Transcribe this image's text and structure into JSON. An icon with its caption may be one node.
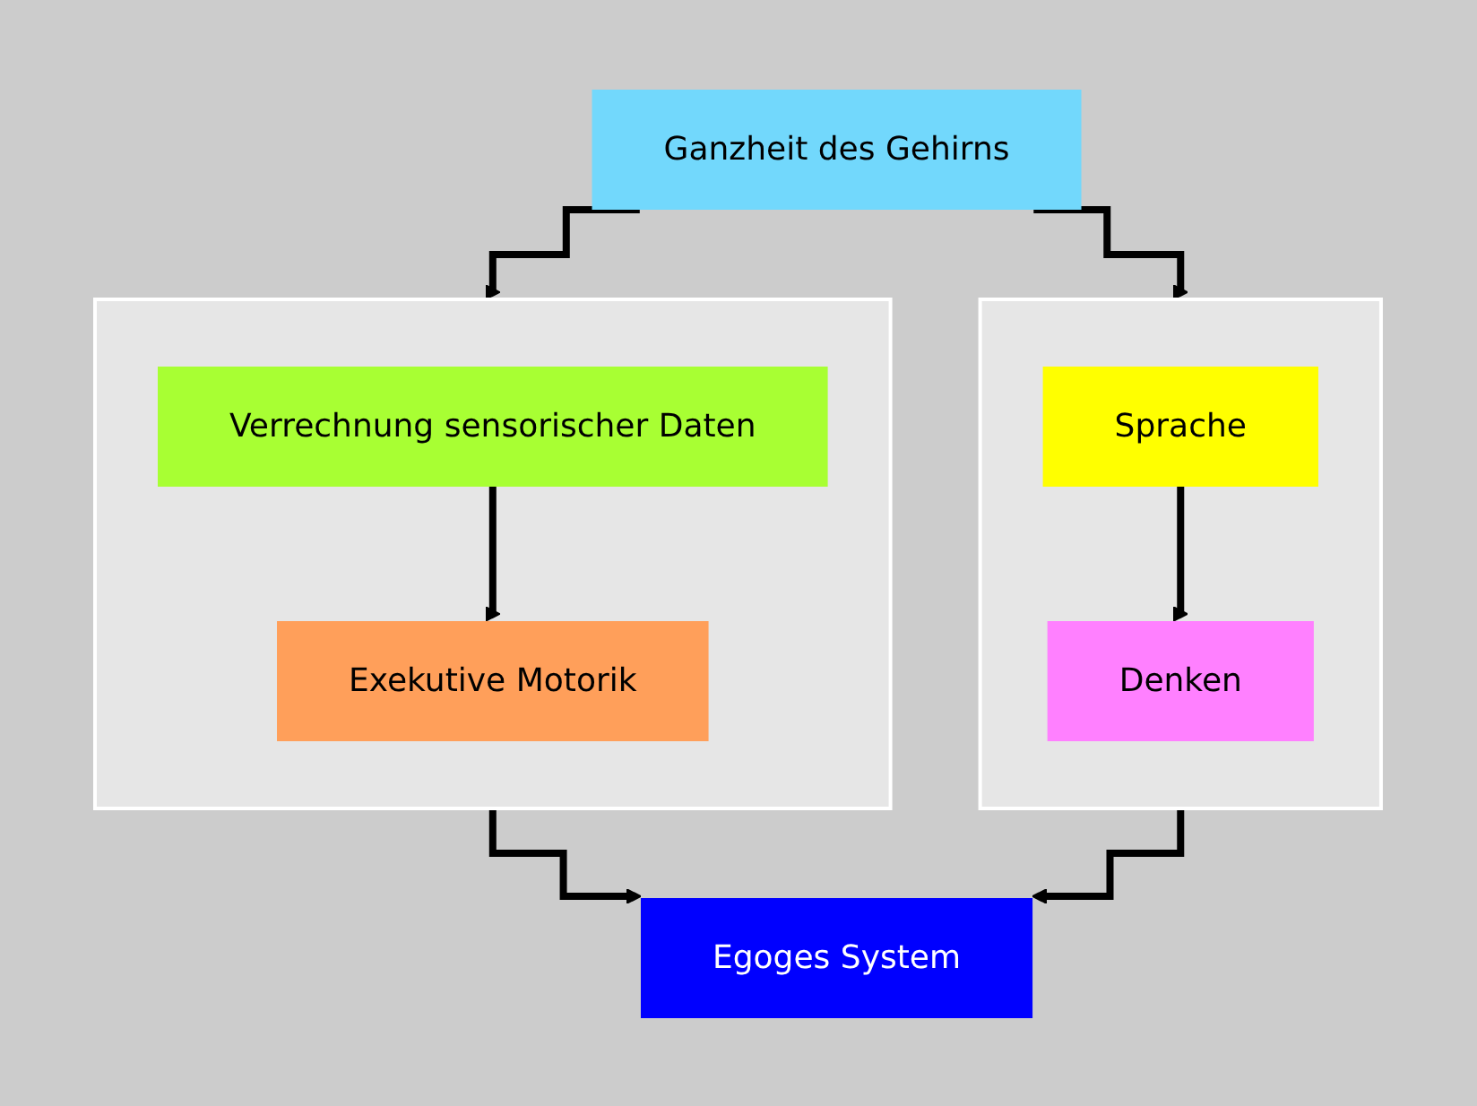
{
  "diagram": {
    "nodes": [
      {
        "text": [
          "Ganzheit des Gehirns"
        ]
      },
      {
        "text": [],
        "shape": "box"
      },
      {
        "text": [
          "Verrechnung sensorischer Daten"
        ],
        "in": 1
      },
      {
        "text": [
          "Exekutive Motorik"
        ],
        "in": 1
      },
      {
        "text": [],
        "shape": "box"
      },
      {
        "text": [
          "Sprache"
        ],
        "in": 4
      },
      {
        "text": [
          "Denken"
        ],
        "in": 4
      },
      {
        "text": [
          "Egoges System"
        ]
      }
    ],
    "edges": [
      {
        "from": 0,
        "to": 1,
        "arrow": "to"
      },
      {
        "from": 0,
        "to": 4,
        "arrow": "to"
      },
      {
        "from": 2,
        "to": 3,
        "arrow": "to"
      },
      {
        "from": 5,
        "to": 6,
        "arrow": "to"
      },
      {
        "from": 1,
        "to": 7,
        "arrow": "to"
      },
      {
        "from": 4,
        "to": 7,
        "arrow": "to"
      }
    ]
  }
}
